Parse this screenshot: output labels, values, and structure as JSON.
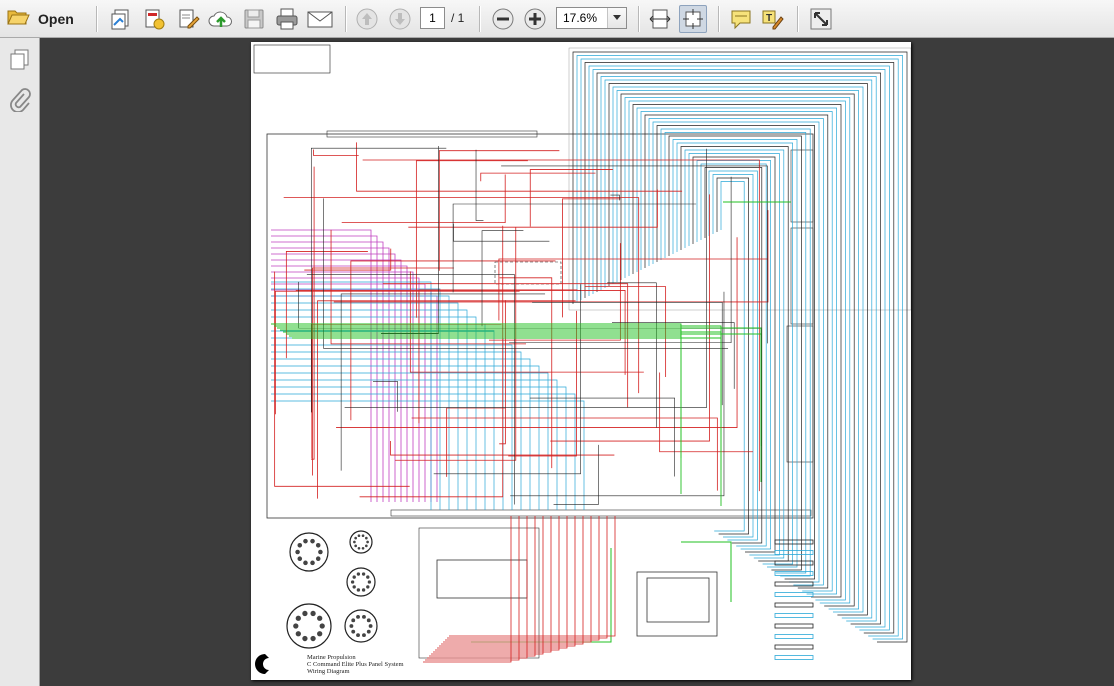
{
  "toolbar": {
    "open_label": "Open",
    "page_current": "1",
    "page_total": "/ 1",
    "zoom_value": "17.6%"
  },
  "document": {
    "title_lines": [
      "Marine Propulsion",
      "C Command Elite Plus Panel System",
      "Wiring Diagram"
    ]
  },
  "colors": {
    "wire_red": "#d42020",
    "wire_blue": "#2aa8d8",
    "wire_magenta": "#c040c0",
    "wire_green": "#22c022",
    "wire_black": "#222222"
  },
  "icons": {
    "open": "folder-open-icon",
    "create": "create-pdf-icon",
    "export": "export-pdf-icon",
    "edit": "edit-document-icon",
    "upload": "upload-cloud-icon",
    "save": "save-disk-icon",
    "print": "printer-icon",
    "email": "envelope-icon",
    "prev": "arrow-up-icon",
    "next": "arrow-down-icon",
    "zoom_out": "minus-circle-icon",
    "zoom_in": "plus-circle-icon",
    "fit_width": "fit-width-icon",
    "fit_page": "fit-page-icon",
    "comment": "comment-bubble-icon",
    "highlight": "highlight-text-icon",
    "fullscreen": "expand-icon",
    "pages": "pages-panel-icon",
    "attachments": "paperclip-icon"
  }
}
